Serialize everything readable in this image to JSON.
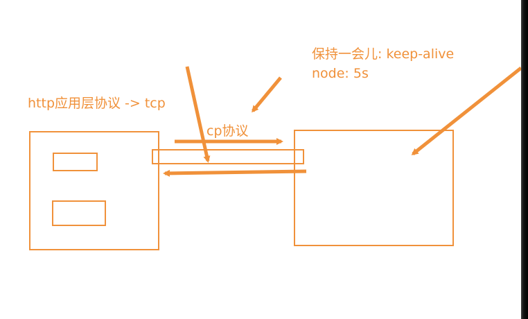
{
  "annotations": {
    "keep_alive_line1": "保持一会儿: keep-alive",
    "keep_alive_line2": "node: 5s",
    "http_layer": "http应用层协议  ->  tcp",
    "tcp_protocol": "cp协议"
  },
  "colors": {
    "stroke": "#f0913a",
    "text": "#f0913a",
    "background": "#ffffff"
  }
}
